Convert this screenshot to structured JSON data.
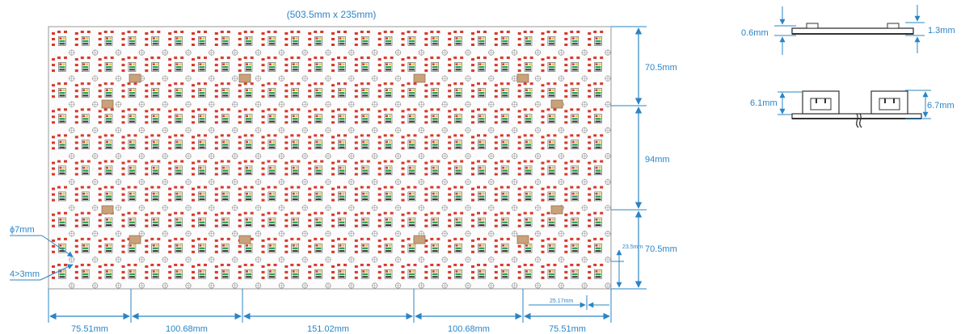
{
  "colors": {
    "dimension": "#2a84c6",
    "pcb_red": "#d8372a",
    "led_yellow": "#e7c43a",
    "led_green": "#2fa55a",
    "outline": "#555555",
    "connector": "#c9a27a"
  },
  "panel": {
    "overall_size": "(503.5mm x 235mm)",
    "grid": {
      "columns": 24,
      "rows": 10
    }
  },
  "dimensions": {
    "bottom_segments": [
      "75.51mm",
      "100.68mm",
      "151.02mm",
      "100.68mm",
      "75.51mm"
    ],
    "right_segments": [
      "70.5mm",
      "94mm",
      "70.5mm"
    ],
    "pixel_pitch_vertical": "23.5mm",
    "pixel_pitch_horizontal": "25.17mm",
    "hole_diameter": "ϕ7mm",
    "slot_size": "4>3mm"
  },
  "side_views": {
    "thin": {
      "left": "0.6mm",
      "right": "1.3mm"
    },
    "connector": {
      "left": "6.1mm",
      "right": "6.7mm"
    }
  }
}
